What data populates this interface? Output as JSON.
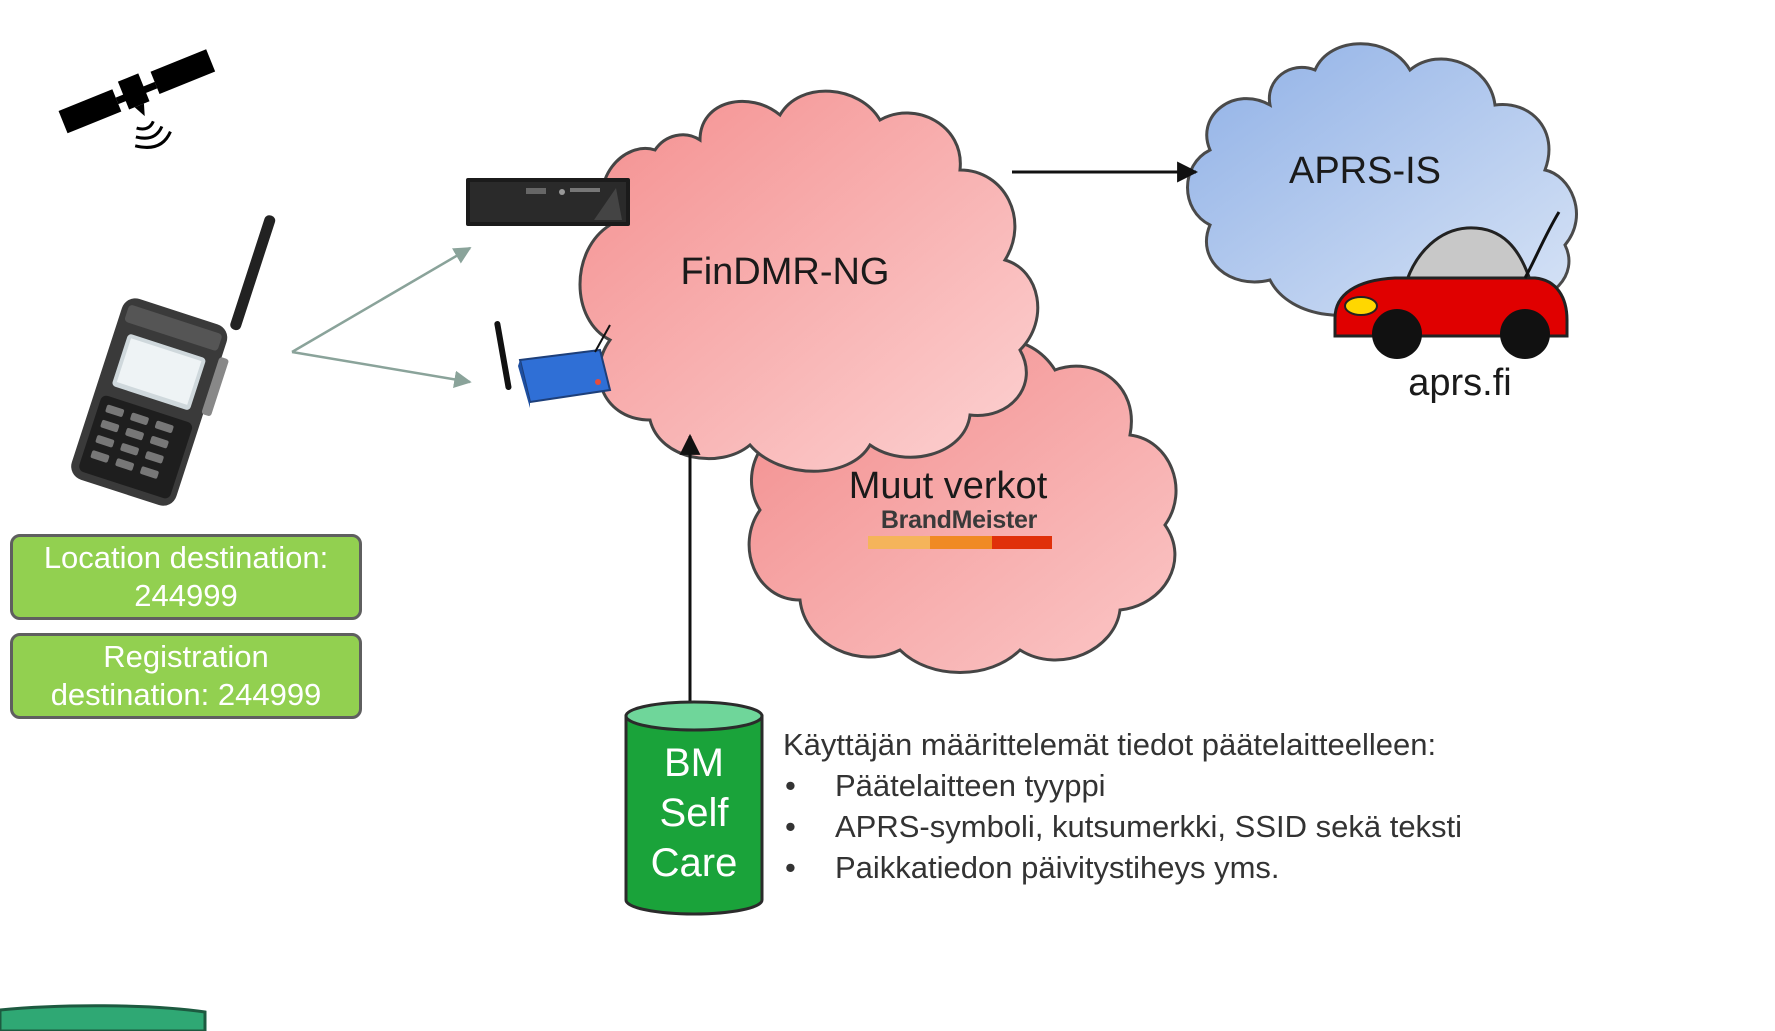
{
  "clouds": {
    "findmr": "FinDMR-NG",
    "other": "Muut verkot",
    "aprs_is": "APRS-IS"
  },
  "brandmeister_logo": "BrandMeister",
  "aprs_site": "aprs.fi",
  "destinations": {
    "location": [
      "Location destination:",
      "244999"
    ],
    "registration": [
      "Registration",
      "destination: 244999"
    ]
  },
  "database": {
    "lines": [
      "BM",
      "Self",
      "Care"
    ]
  },
  "notes": {
    "title": "Käyttäjän määrittelemät tiedot päätelaitteelleen:",
    "items": [
      "Päätelaitteen tyyppi",
      "APRS-symboli, kutsumerkki, SSID sekä teksti",
      "Paikkatiedon päivitystiheys yms."
    ]
  },
  "colors": {
    "pink_cloud": "#f6a0a0",
    "blue_cloud": "#9fbbe8",
    "box_green": "#92d050",
    "cyl_green": "#1aa33a",
    "car_red": "#e00000"
  },
  "icons": [
    "satellite-icon",
    "radio-handset-icon",
    "repeater-icon",
    "hotspot-icon",
    "car-icon",
    "database-icon"
  ]
}
